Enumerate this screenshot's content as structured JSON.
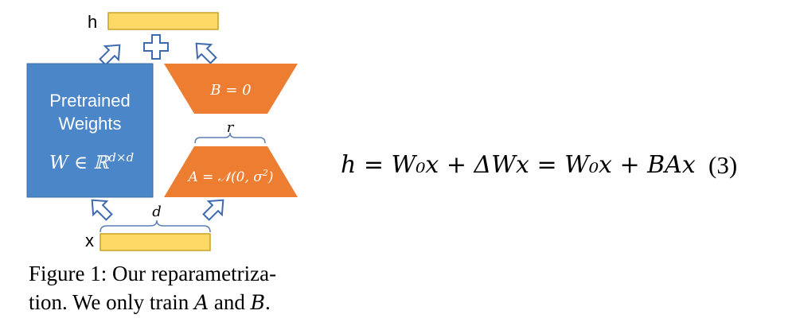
{
  "figure": {
    "h_label": "h",
    "x_label": "x",
    "pretrained_line1": "Pretrained",
    "pretrained_line2": "Weights",
    "w_formula": "W ∈ ℝ",
    "w_superscript": "d×d",
    "b_formula": "B = 0",
    "a_formula": "A = 𝒩(0, σ",
    "a_superscript": "2",
    "a_close": ")",
    "r_label": "r",
    "d_label": "d",
    "colors": {
      "blue": "#4a86c8",
      "orange": "#ed7d31",
      "yellow_fill": "#ffd966",
      "yellow_stroke": "#c9a227",
      "brace": "#5b7fb5",
      "arrow": "#3e6ab0"
    },
    "icons": [
      "plus-icon",
      "arrow-up-right-icon",
      "arrow-up-left-icon"
    ]
  },
  "caption": {
    "line1": "Figure 1: Our reparametriza-",
    "line2_prefix": "tion. We only train ",
    "var_a": "A",
    "middle": " and ",
    "var_b": "B",
    "suffix": "."
  },
  "equation": {
    "text": "h = W₀x + ΔWx = W₀x + BAx",
    "number": "(3)"
  }
}
